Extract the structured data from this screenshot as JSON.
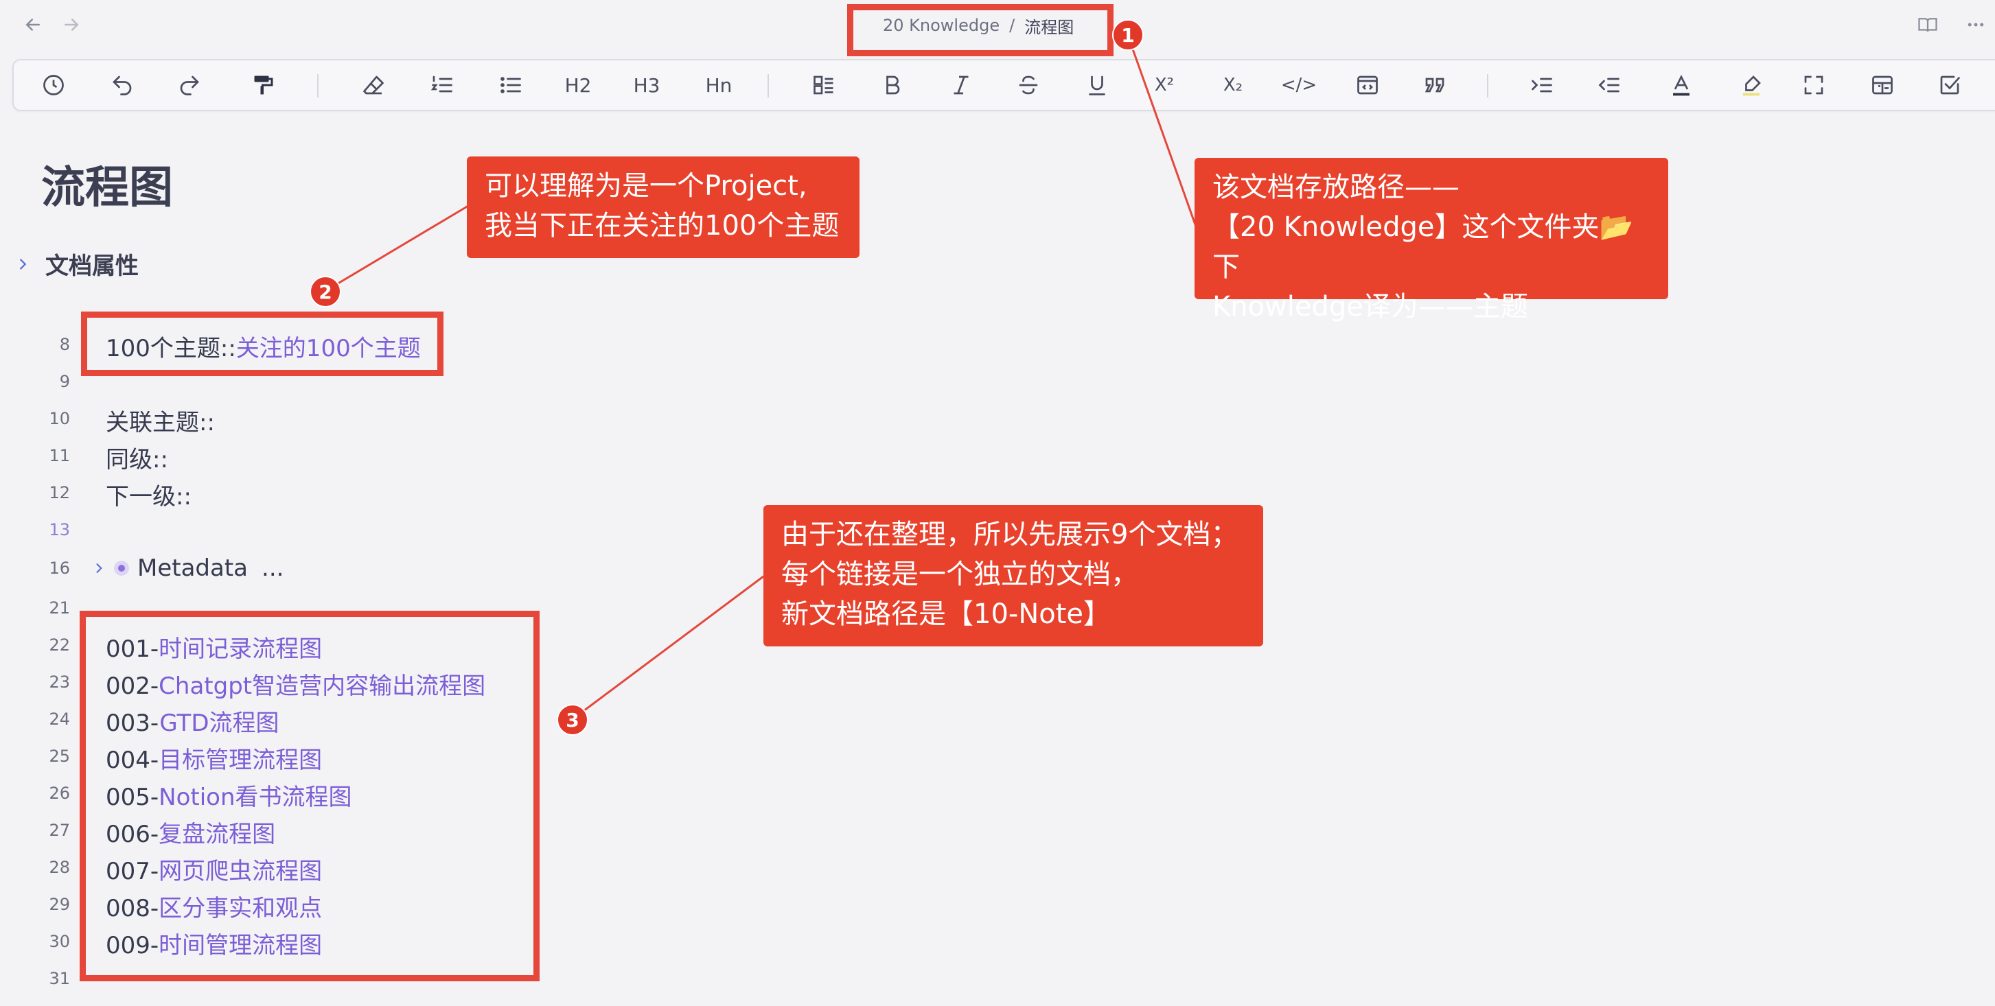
{
  "breadcrumb": {
    "folder": "20 Knowledge",
    "separator": "/",
    "current": "流程图"
  },
  "toolbar": {
    "h2": "H2",
    "h3": "H3",
    "hn": "Hn",
    "superscript": "X²",
    "subscript": "X₂",
    "code": "</>"
  },
  "document": {
    "title": "流程图",
    "properties_label": "文档属性",
    "lines": [
      {
        "num": "8",
        "prefix": "100个主题::",
        "link": "关注的100个主题"
      },
      {
        "num": "9",
        "prefix": "",
        "link": ""
      },
      {
        "num": "10",
        "prefix": "关联主题::",
        "link": ""
      },
      {
        "num": "11",
        "prefix": "同级::",
        "link": ""
      },
      {
        "num": "12",
        "prefix": "下一级::",
        "link": ""
      },
      {
        "num": "13",
        "prefix": "",
        "link": ""
      },
      {
        "num": "16",
        "prefix": "",
        "link": ""
      },
      {
        "num": "21",
        "prefix": "",
        "link": ""
      },
      {
        "num": "22",
        "prefix": "001-",
        "link": "时间记录流程图"
      },
      {
        "num": "23",
        "prefix": "002-",
        "link": "Chatgpt智造营内容输出流程图"
      },
      {
        "num": "24",
        "prefix": "003-",
        "link": "GTD流程图"
      },
      {
        "num": "25",
        "prefix": "004-",
        "link": "目标管理流程图"
      },
      {
        "num": "26",
        "prefix": "005-",
        "link": "Notion看书流程图"
      },
      {
        "num": "27",
        "prefix": "006-",
        "link": "复盘流程图"
      },
      {
        "num": "28",
        "prefix": "007-",
        "link": "网页爬虫流程图"
      },
      {
        "num": "29",
        "prefix": "008-",
        "link": "区分事实和观点"
      },
      {
        "num": "30",
        "prefix": "009-",
        "link": "时间管理流程图"
      },
      {
        "num": "31",
        "prefix": "",
        "link": ""
      }
    ],
    "metadata_label": "Metadata",
    "metadata_ellipsis": "..."
  },
  "annotations": {
    "badge1": "1",
    "badge2": "2",
    "badge3": "3",
    "callout1": [
      "该文档存放路径——",
      "【20 Knowledge】这个文件夹📂下",
      "Knowledge译为——主题"
    ],
    "callout2": [
      "可以理解为是一个Project,",
      "我当下正在关注的100个主题"
    ],
    "callout3": [
      "由于还在整理，所以先展示9个文档；",
      "每个链接是一个独立的文档，",
      "新文档路径是【10-Note】"
    ]
  },
  "colors": {
    "accent": "#e8412c",
    "link": "#7c5ed6",
    "background": "#f3f3f6"
  }
}
